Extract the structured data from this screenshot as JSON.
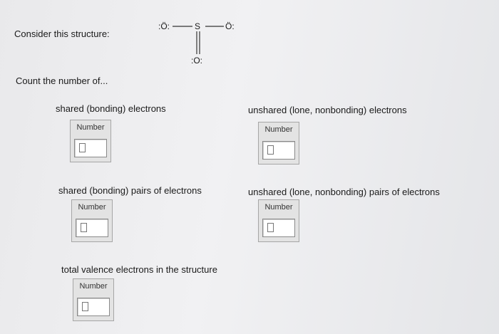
{
  "prompt": "Consider this structure:",
  "molecule": {
    "left_atom": ":Ö:",
    "center_atom": "S",
    "right_atom": "Ö:",
    "bottom_atom": ":O:"
  },
  "count_heading": "Count the number of...",
  "questions": {
    "shared_electrons": "shared (bonding) electrons",
    "unshared_electrons": "unshared (lone, nonbonding) electrons",
    "shared_pairs": "shared (bonding) pairs of electrons",
    "unshared_pairs": "unshared (lone, nonbonding) pairs of electrons",
    "total_valence": "total valence electrons in the structure"
  },
  "input_label": "Number",
  "input_values": {
    "shared_electrons": "",
    "unshared_electrons": "",
    "shared_pairs": "",
    "unshared_pairs": "",
    "total_valence": ""
  }
}
